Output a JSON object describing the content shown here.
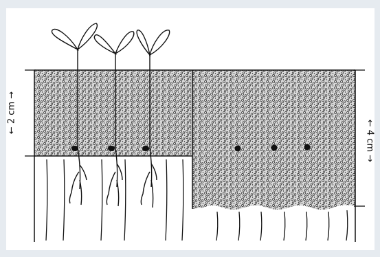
{
  "diagram": {
    "colors": {
      "background": "#e6ebf0",
      "panel": "#ffffff",
      "ink": "#111111",
      "soil_fill": "#d9d9d9"
    },
    "left_depth_label": "← 2 cm →",
    "right_depth_label": "← 4 cm →",
    "left_section": {
      "seed_depth_cm": 2,
      "seeds": 3,
      "germinated": true
    },
    "right_section": {
      "seed_depth_cm": 4,
      "seeds": 3,
      "germinated": false
    }
  }
}
